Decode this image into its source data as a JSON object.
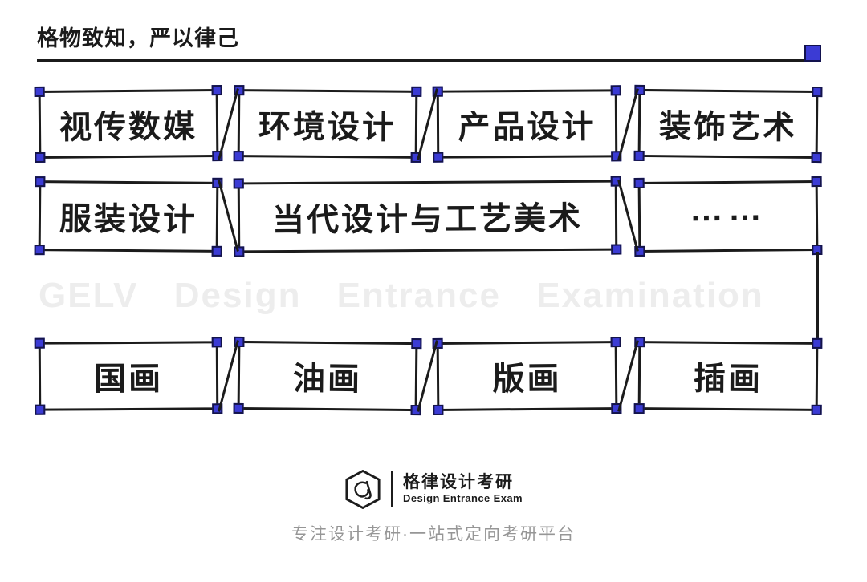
{
  "header": {
    "title": "格物致知，严以律己"
  },
  "rows": [
    {
      "items": [
        {
          "label": "视传数媒"
        },
        {
          "label": "环境设计"
        },
        {
          "label": "产品设计"
        },
        {
          "label": "装饰艺术"
        }
      ]
    },
    {
      "items": [
        {
          "label": "服装设计"
        },
        {
          "label": "当代设计与工艺美术"
        },
        {
          "label": "……"
        }
      ]
    },
    {
      "items": [
        {
          "label": "国画"
        },
        {
          "label": "油画"
        },
        {
          "label": "版画"
        },
        {
          "label": "插画"
        }
      ]
    }
  ],
  "watermark": "GELV Design Entrance Examination",
  "footer": {
    "brand_cn": "格律设计考研",
    "brand_en": "Design Entrance Exam",
    "tagline": "专注设计考研·一站式定向考研平台"
  },
  "icons": {
    "logo": "hexagon-monogram-icon",
    "handles": "selection-handle-icon"
  },
  "colors": {
    "ink": "#1b1b1b",
    "handle_blue": "#3b3bd4",
    "handle_border": "#14144a",
    "watermark_gray": "#ededed",
    "tagline_gray": "#969696"
  }
}
